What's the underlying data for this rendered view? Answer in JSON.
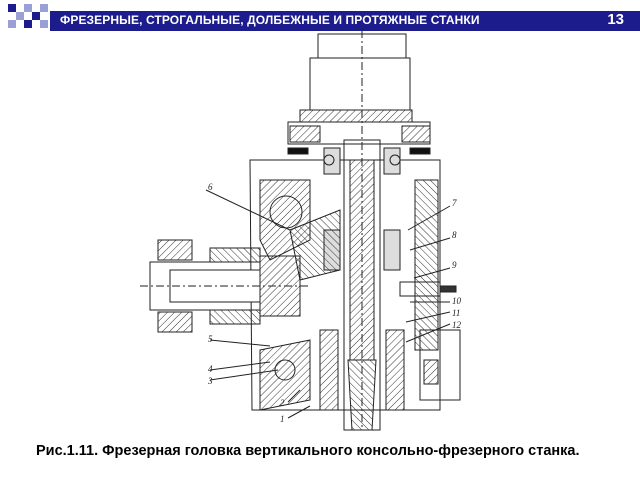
{
  "header": {
    "title": "ФРЕЗЕРНЫЕ, СТРОГАЛЬНЫЕ, ДОЛБЕЖНЫЕ И ПРОТЯЖНЫЕ СТАНКИ",
    "page_number": "13"
  },
  "colors": {
    "header_bg": "#1c1c8c",
    "deco_dark": "#1c1c8c",
    "deco_light": "#9aa0d6"
  },
  "figure": {
    "caption": "Рис.1.11. Фрезерная головка вертикального консольно-фрезерного станка.",
    "callouts": [
      "6",
      "7",
      "8",
      "9",
      "10",
      "11",
      "12",
      "5",
      "4",
      "3",
      "2",
      "1"
    ]
  }
}
